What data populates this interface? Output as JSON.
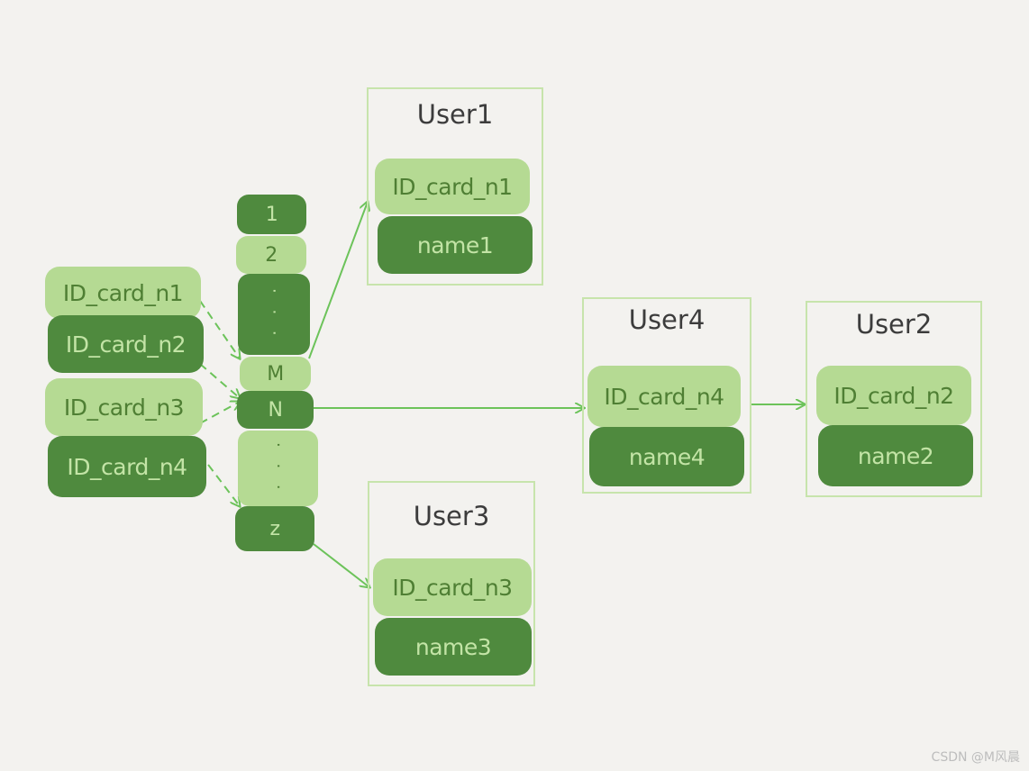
{
  "colors": {
    "light_green": "#b5da93",
    "dark_green": "#4f8a3e",
    "arrow_green": "#6cc35a",
    "box_border": "#c7e4ac",
    "background": "#f3f2ef"
  },
  "keys": [
    "ID_card_n1",
    "ID_card_n2",
    "ID_card_n3",
    "ID_card_n4"
  ],
  "buckets": [
    "1",
    "2",
    "·\n·\n·",
    "M",
    "N",
    "·\n·\n·",
    "z"
  ],
  "users": {
    "user1": {
      "title": "User1",
      "id_card": "ID_card_n1",
      "name": "name1"
    },
    "user3": {
      "title": "User3",
      "id_card": "ID_card_n3",
      "name": "name3"
    },
    "user4": {
      "title": "User4",
      "id_card": "ID_card_n4",
      "name": "name4"
    },
    "user2": {
      "title": "User2",
      "id_card": "ID_card_n2",
      "name": "name2"
    }
  },
  "watermark": "CSDN @M风晨"
}
